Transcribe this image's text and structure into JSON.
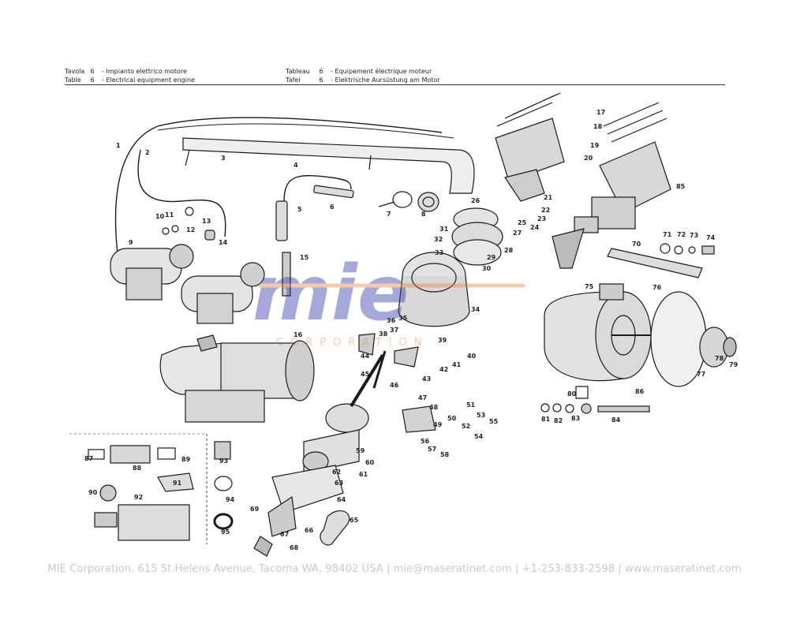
{
  "header": {
    "rows": [
      {
        "key": "Tavola",
        "num": "6",
        "title": "- Impianto elettrico motore"
      },
      {
        "key": "Table",
        "num": "6",
        "title": "- Electrical equipment engine"
      },
      {
        "key": "Tableau",
        "num": "6",
        "title": "- Equipement électrique moteur"
      },
      {
        "key": "Tafel",
        "num": "6",
        "title": "- Elektrische Aursüstung am Motor"
      }
    ]
  },
  "watermark": {
    "logo": "mie",
    "text": "CORPORATION",
    "color": "#2a35a8",
    "accent": "#e8833a"
  },
  "footer": {
    "company": "MIE Corporation. 615 St.Helens Avenue, Tacoma WA, 98402 USA",
    "email": "mie@maseratinet.com",
    "phone": "+1-253-833-2598",
    "website": "www.maseratinet.com",
    "sep": "|"
  },
  "callouts": [
    "1",
    "2",
    "3",
    "4",
    "5",
    "6",
    "7",
    "8",
    "9",
    "10",
    "11",
    "12",
    "13",
    "14",
    "15",
    "16",
    "17",
    "18",
    "19",
    "20",
    "21",
    "22",
    "23",
    "24",
    "25",
    "26",
    "27",
    "28",
    "29",
    "30",
    "31",
    "32",
    "33",
    "34",
    "35",
    "36",
    "37",
    "38",
    "39",
    "40",
    "41",
    "42",
    "43",
    "44",
    "45",
    "46",
    "47",
    "48",
    "49",
    "50",
    "51",
    "52",
    "53",
    "54",
    "55",
    "56",
    "57",
    "58",
    "59",
    "60",
    "61",
    "62",
    "63",
    "64",
    "65",
    "66",
    "67",
    "68",
    "69",
    "70",
    "71",
    "72",
    "73",
    "74",
    "75",
    "76",
    "77",
    "78",
    "79",
    "80",
    "81",
    "82",
    "83",
    "84",
    "85",
    "86",
    "87",
    "88",
    "89",
    "90",
    "91",
    "92",
    "93",
    "94",
    "95"
  ]
}
